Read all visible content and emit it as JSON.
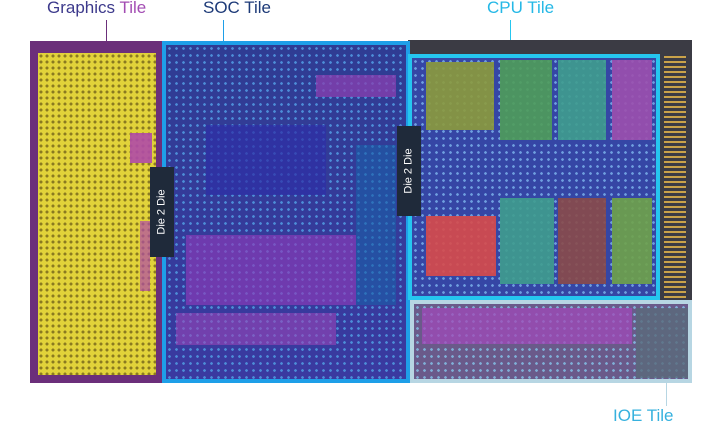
{
  "labels": {
    "graphics": {
      "part1": "Graphics",
      "part2": " Tile"
    },
    "soc": "SOC Tile",
    "cpu": "CPU Tile",
    "ioe": "IOE Tile"
  },
  "die2die_left": "Die 2 Die",
  "die2die_right": "Die 2 Die",
  "colors": {
    "graphics_frame": "#6b2f7a",
    "graphics_fill": "#e1d23a",
    "graphics_label_1": "#3d3a8c",
    "graphics_label_2": "#a34db3",
    "soc_frame": "#1e9fe8",
    "soc_fill": "#3a3fa0",
    "soc_label": "#1d3a78",
    "cpu_frame": "#25c6ef",
    "cpu_label": "#25b8e6",
    "ioe_frame": "#b7d6e3",
    "ioe_label": "#36b1de",
    "die_dark": "#3b3b44"
  }
}
